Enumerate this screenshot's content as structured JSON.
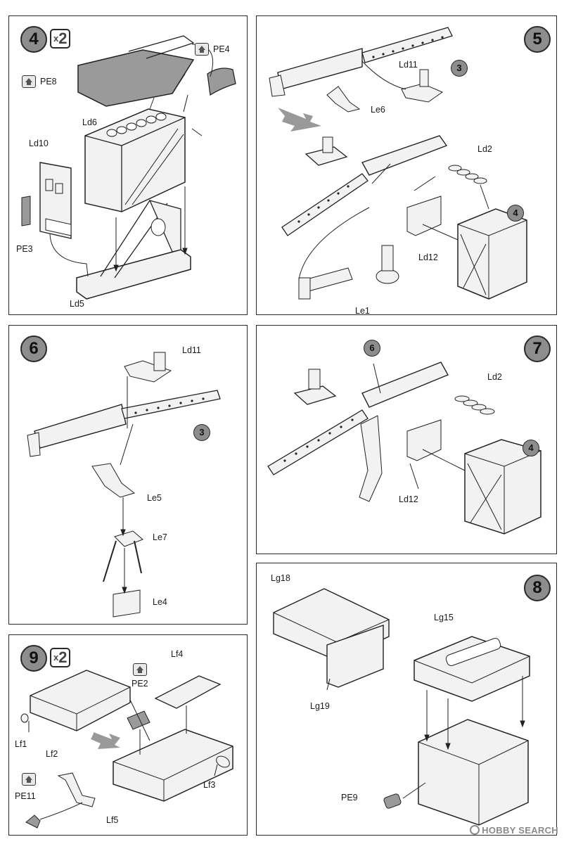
{
  "steps": {
    "s4": {
      "number": "4",
      "multiplier_x": "x",
      "multiplier_n": "2",
      "labels": {
        "pe8": "PE8",
        "pe4": "PE4",
        "ld6": "Ld6",
        "ld10": "Ld10",
        "pe3": "PE3",
        "ld5": "Ld5"
      }
    },
    "s5": {
      "number": "5",
      "labels": {
        "ld11": "Ld11",
        "le6": "Le6",
        "ld2": "Ld2",
        "ld12": "Ld12",
        "le1": "Le1"
      },
      "refs": {
        "r3": "3",
        "r4": "4"
      }
    },
    "s6": {
      "number": "6",
      "labels": {
        "ld11": "Ld11",
        "le5": "Le5",
        "le7": "Le7",
        "le4": "Le4"
      },
      "refs": {
        "r3": "3"
      }
    },
    "s7": {
      "number": "7",
      "labels": {
        "ld2": "Ld2",
        "ld12": "Ld12"
      },
      "refs": {
        "r6": "6",
        "r4": "4"
      }
    },
    "s8": {
      "number": "8",
      "labels": {
        "lg18": "Lg18",
        "lg15": "Lg15",
        "lg19": "Lg19",
        "pe9": "PE9"
      }
    },
    "s9": {
      "number": "9",
      "multiplier_x": "x",
      "multiplier_n": "2",
      "labels": {
        "lf4": "Lf4",
        "pe2": "PE2",
        "lf1": "Lf1",
        "lf2": "Lf2",
        "lf3": "Lf3",
        "pe11": "PE11",
        "lf5": "Lf5"
      }
    }
  },
  "watermark": "HOBBY SEARCH",
  "colors": {
    "badge": "#8d8d8d",
    "line": "#2a2a2a",
    "part_fill": "#f2f2f2",
    "etch_fill": "#9a9a9a"
  }
}
